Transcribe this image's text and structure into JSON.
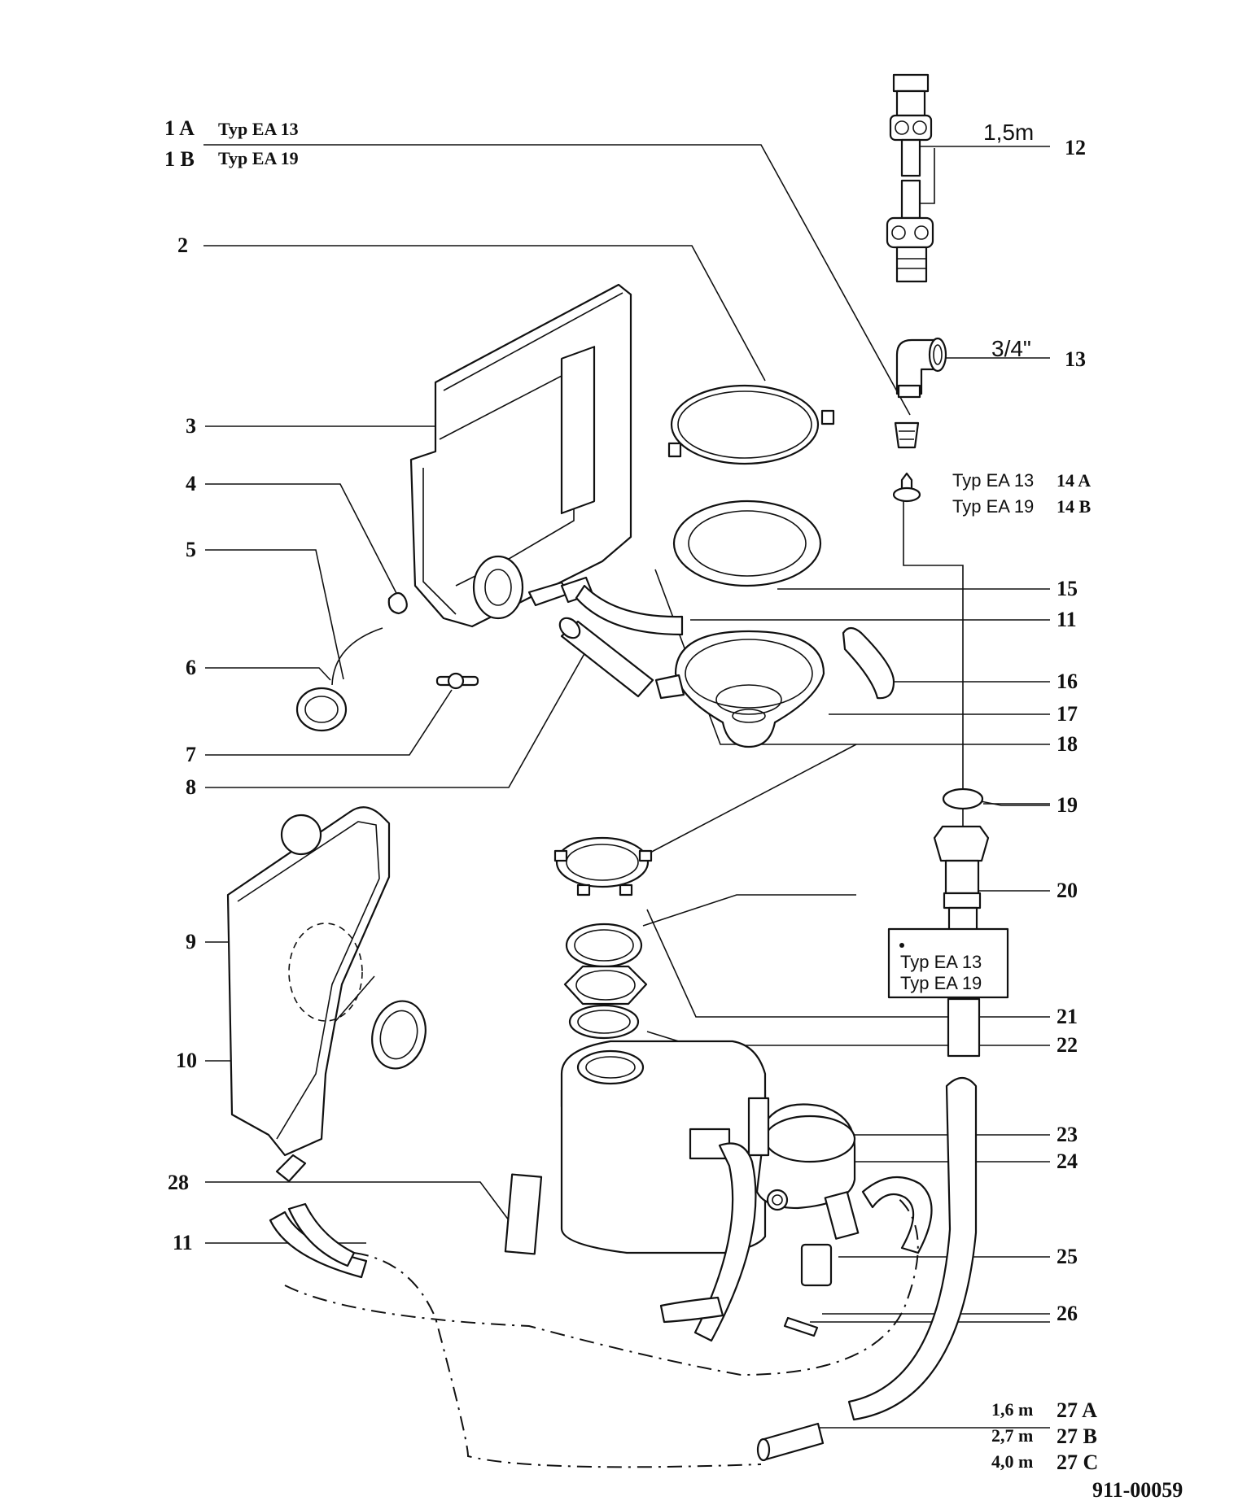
{
  "drawing_number": "911-00059",
  "labels": {
    "p1a": "1 A",
    "p1a_type": "Typ EA 13",
    "p1b": "1 B",
    "p1b_type": "Typ EA 19",
    "p2": "2",
    "p3": "3",
    "p4": "4",
    "p5": "5",
    "p6": "6",
    "p7": "7",
    "p8": "8",
    "p9": "9",
    "p10": "10",
    "p11_right": "11",
    "p11_left": "11",
    "p12": "12",
    "p12_length": "1,5m",
    "p13": "13",
    "p13_size": "3/4\"",
    "p14a": "14 A",
    "p14a_type": "Typ EA 13",
    "p14b": "14 B",
    "p14b_type": "Typ EA 19",
    "p15": "15",
    "p16": "16",
    "p17": "17",
    "p18": "18",
    "p19": "19",
    "p20": "20",
    "p21": "21",
    "p22": "22",
    "p23": "23",
    "p24": "24",
    "p25": "25",
    "p26": "26",
    "p28": "28",
    "p27a": "27 A",
    "p27a_len": "1,6 m",
    "p27b": "27 B",
    "p27b_len": "2,7 m",
    "p27c": "27 C",
    "p27c_len": "4,0 m"
  },
  "box": {
    "line1": "Typ EA 13",
    "line2": "Typ EA 19"
  }
}
